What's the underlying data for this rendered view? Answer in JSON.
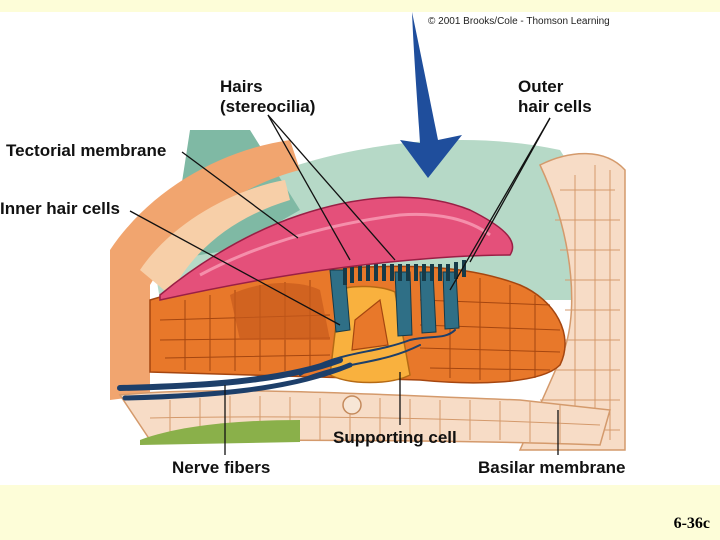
{
  "copyright": "© 2001 Brooks/Cole - Thomson Learning",
  "labels": {
    "hairs_line1": "Hairs",
    "hairs_line2": "(stereocilia)",
    "outer_line1": "Outer",
    "outer_line2": "hair cells",
    "tectorial": "Tectorial membrane",
    "inner": "Inner hair cells",
    "supporting": "Supporting cell",
    "nerve": "Nerve fibers",
    "basilar": "Basilar membrane"
  },
  "slide_number": "6-36c",
  "colors": {
    "background": "#fdfdd8",
    "panel": "#ffffff",
    "arrow": "#1f4e9c",
    "tectorial_membrane": "#e4507a",
    "organ_tissue": "#e8782a",
    "supporting_cell": "#f9b13e",
    "hair_cell": "#2f6f86",
    "nerve_fiber": "#1d3f6a",
    "basilar_tissue": "#f7dcc6",
    "fluid": "#b6d9c7",
    "green_band": "#8ab04a"
  }
}
